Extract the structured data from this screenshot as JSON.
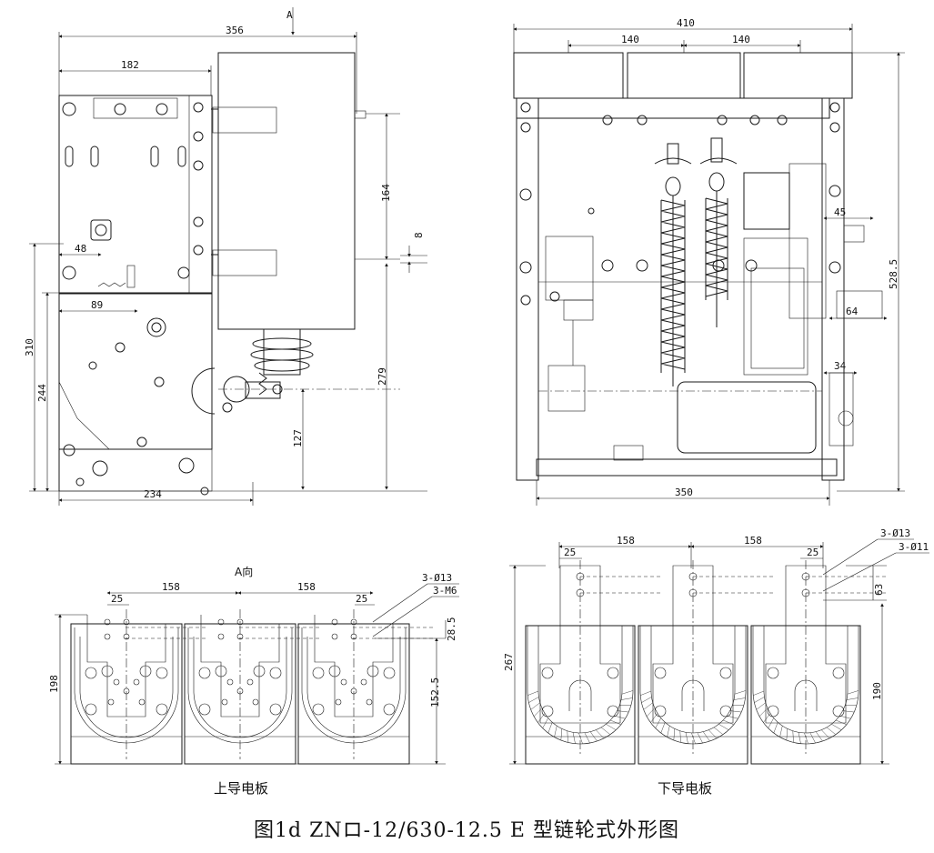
{
  "title": "图1d  ZNロ-12/630-12.5  E 型链轮式外形图",
  "view_a_marker": "A",
  "side_view": {
    "dims": {
      "overall_width": "356",
      "panel_width": "182",
      "upper_height": "164",
      "shaft": "8",
      "offset": "48",
      "base_offset": "89",
      "overall_height": "310",
      "lower_height": "244",
      "axis_height": "279",
      "bottom_height": "127",
      "base_width": "234"
    }
  },
  "front_view": {
    "dims": {
      "overall_width": "410",
      "pitch_left": "140",
      "pitch_right": "140",
      "side_a": "45",
      "overall_height": "528.5",
      "side_b": "64",
      "side_c": "34",
      "base_width": "350"
    }
  },
  "upper_plate": {
    "view_label": "A向",
    "caption": "上导电板",
    "dims": {
      "pitch_left": "158",
      "pitch_right": "158",
      "edge_left": "25",
      "edge_right": "25",
      "holes": "3-Ø13",
      "thread": "3-M6",
      "hole_spacing": "28.5",
      "height": "198",
      "axis_height": "152.5"
    }
  },
  "lower_plate": {
    "caption": "下导电板",
    "dims": {
      "pitch_left": "158",
      "pitch_right": "158",
      "edge_left": "25",
      "edge_right": "25",
      "holes_a": "3-Ø13",
      "holes_b": "3-Ø11",
      "top_offset": "63",
      "height": "267",
      "axis_height": "190"
    }
  }
}
